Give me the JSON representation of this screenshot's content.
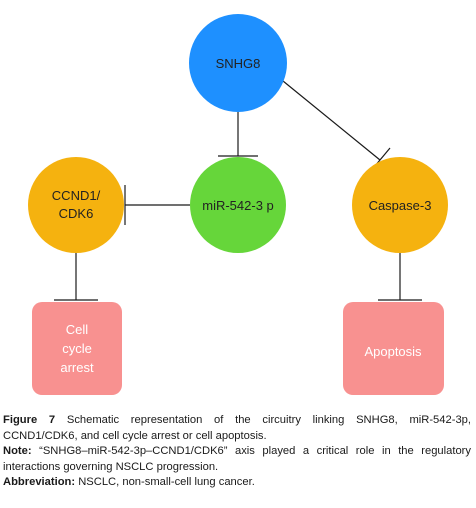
{
  "diagram": {
    "colors": {
      "blue": "#1e90ff",
      "orange": "#f5b20f",
      "green": "#66d63a",
      "pink": "#f89190",
      "line": "#1a1a1a"
    },
    "nodes": {
      "snhg8": "SNHG8",
      "ccnd1_line1": "CCND1/",
      "ccnd1_line2": "CDK6",
      "mir": "miR-542-3 p",
      "caspase": "Caspase-3",
      "arrest_line1": "Cell",
      "arrest_line2": "cycle",
      "arrest_line3": "arrest",
      "apoptosis": "Apoptosis"
    }
  },
  "caption": {
    "figure_label": "Figure 7",
    "figure_text": " Schematic representation of the circuitry linking SNHG8, miR-542-3p, CCND1/CDK6, and cell cycle arrest or cell apoptosis.",
    "note_label": "Note:",
    "note_text": " “SNHG8–miR-542-3p–CCND1/CDK6” axis played a critical role in the regulatory interactions governing NSCLC progression.",
    "abbrev_label": "Abbreviation:",
    "abbrev_text": " NSCLC, non-small-cell lung cancer."
  }
}
